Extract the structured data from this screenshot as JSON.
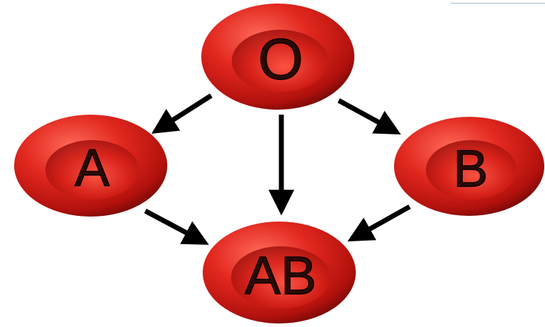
{
  "diagram": {
    "nodes": {
      "o": {
        "label": "O"
      },
      "a": {
        "label": "A"
      },
      "b": {
        "label": "B"
      },
      "ab": {
        "label": "AB"
      }
    },
    "edges": [
      {
        "from": "O",
        "to": "A"
      },
      {
        "from": "O",
        "to": "AB"
      },
      {
        "from": "O",
        "to": "B"
      },
      {
        "from": "A",
        "to": "AB"
      },
      {
        "from": "B",
        "to": "AB"
      }
    ],
    "colors": {
      "cell_highlight": "#ff6a5a",
      "cell_mid": "#d9201a",
      "cell_dark": "#7a0a08",
      "arrow": "#000000",
      "label": "#2a0a06"
    }
  }
}
